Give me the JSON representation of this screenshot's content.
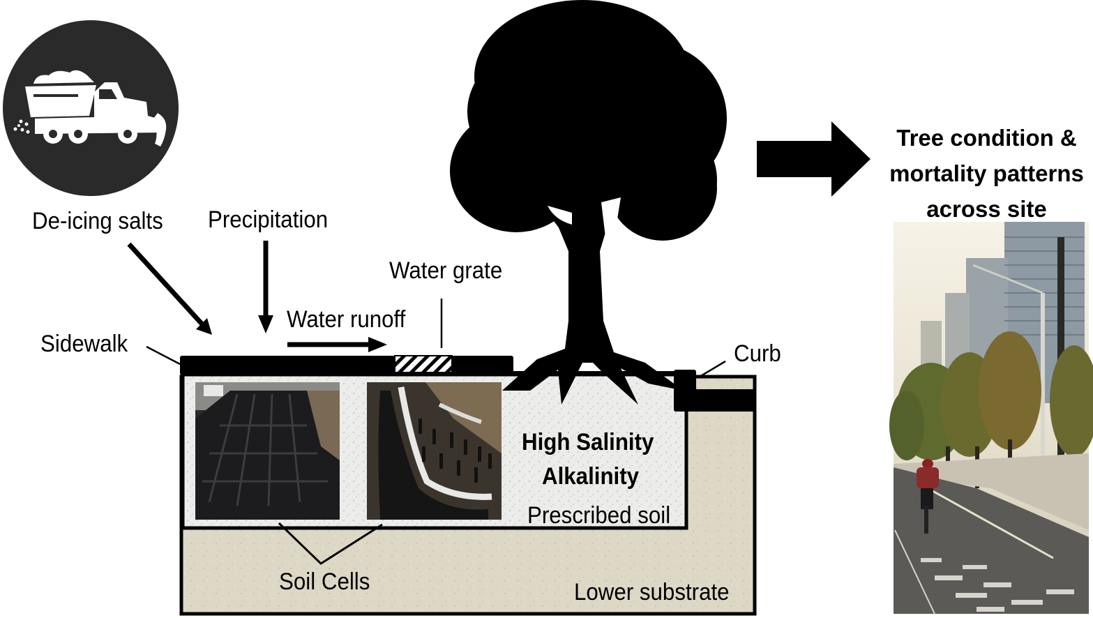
{
  "figure": {
    "title_lines": [
      "Tree condition &",
      "mortality patterns",
      "across site"
    ],
    "labels": {
      "deicing_salts": "De-icing salts",
      "precipitation": "Precipitation",
      "water_runoff": "Water runoff",
      "water_grate": "Water grate",
      "sidewalk": "Sidewalk",
      "curb": "Curb",
      "high_salinity": "High Salinity",
      "alkalinity": "Alkalinity",
      "prescribed_soil": "Prescribed soil",
      "soil_cells": "Soil Cells",
      "lower_substrate": "Lower substrate"
    },
    "icons": {
      "salt_truck": "snowplow-salt-truck-icon",
      "tree": "tree-silhouette-icon",
      "flow_arrow": "right-arrow-icon"
    },
    "photos": {
      "soil_cell_1": "soil-cell-grid-photo",
      "soil_cell_2": "soil-cell-pillars-photo",
      "street_scene": "street-trees-bike-lane-photo"
    },
    "colors": {
      "ink": "#000000",
      "icon_circle": "#2a2a2a",
      "prescribed_soil_fill": "#e9e9e7",
      "lower_substrate_fill": "#ddd7c6"
    }
  }
}
